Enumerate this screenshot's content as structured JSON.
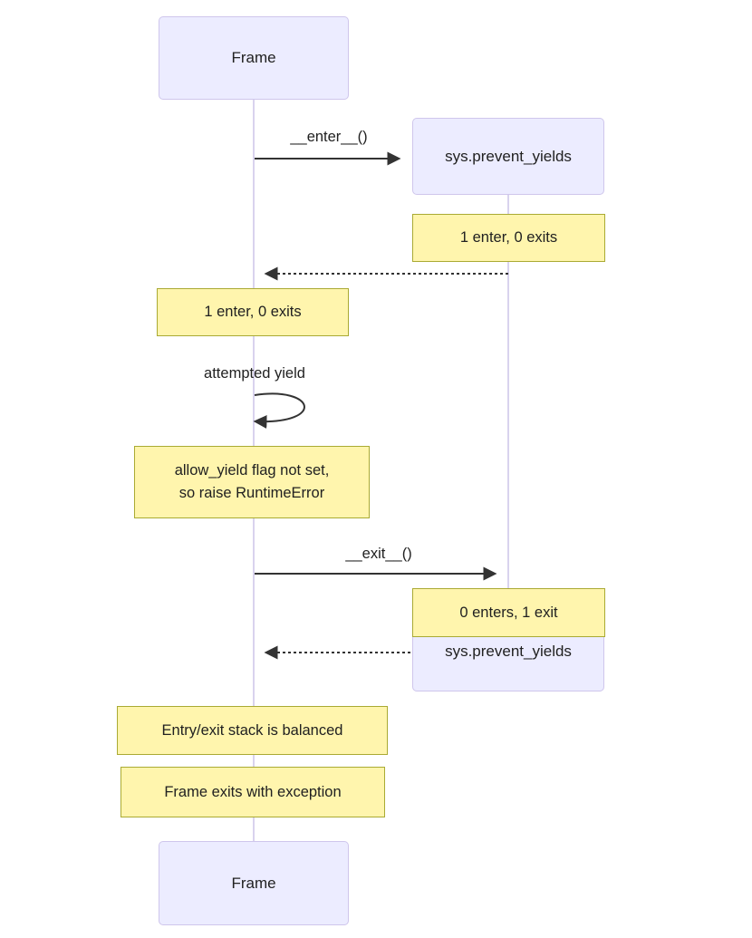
{
  "participants": {
    "frame_top": "Frame",
    "sys_top": "sys.prevent_yields",
    "sys_bottom": "sys.prevent_yields",
    "frame_bottom": "Frame"
  },
  "messages": {
    "enter": "__enter__()",
    "self_loop": "attempted yield",
    "exit": "__exit__()"
  },
  "notes": {
    "sys_after_enter": "1 enter, 0 exits",
    "frame_after_enter": "1 enter, 0 exits",
    "allow_yield": "allow_yield flag not set,\nso raise RuntimeError",
    "sys_after_exit": "0 enters, 1 exit",
    "stack_balanced": "Entry/exit stack is balanced",
    "frame_exception": "Frame exits with exception"
  },
  "colors": {
    "participant_fill": "#ECECFF",
    "participant_border": "#CFC6EC",
    "note_fill": "#FFF5AD",
    "note_border": "#AAAA33",
    "arrow": "#333333",
    "lifeline": "#D9D3EE",
    "text": "#212121",
    "background": "#FFFFFF"
  }
}
